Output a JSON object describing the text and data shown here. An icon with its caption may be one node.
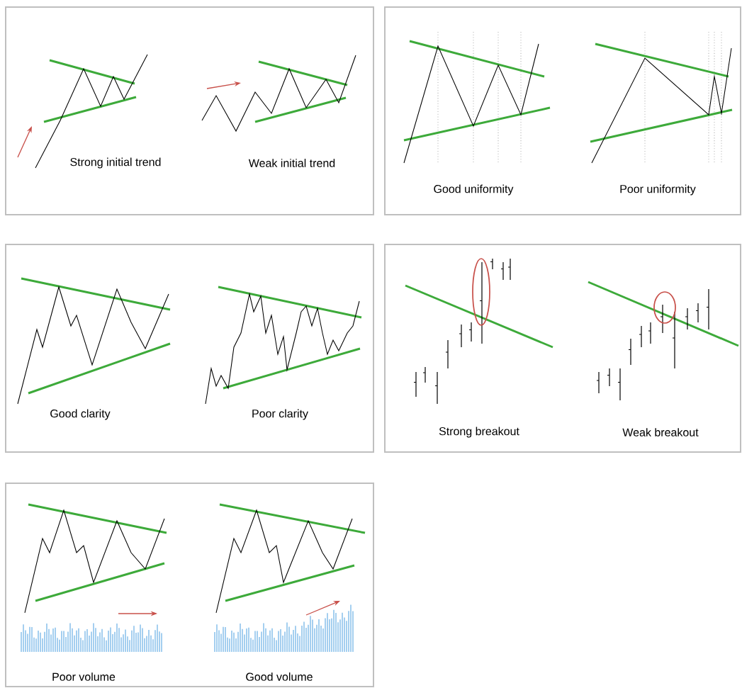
{
  "diagram": {
    "nodes": [
      {
        "text": [
          "Strong initial trend",
          "Weak initial trend"
        ]
      },
      {
        "text": [
          "Good uniformity",
          "Poor uniformity"
        ]
      },
      {
        "text": [
          "Good clarity",
          "Poor clarity"
        ]
      },
      {
        "text": [
          "Strong breakout",
          "Weak breakout"
        ]
      },
      {
        "text": [
          "Poor volume",
          "Good volume"
        ]
      }
    ]
  }
}
